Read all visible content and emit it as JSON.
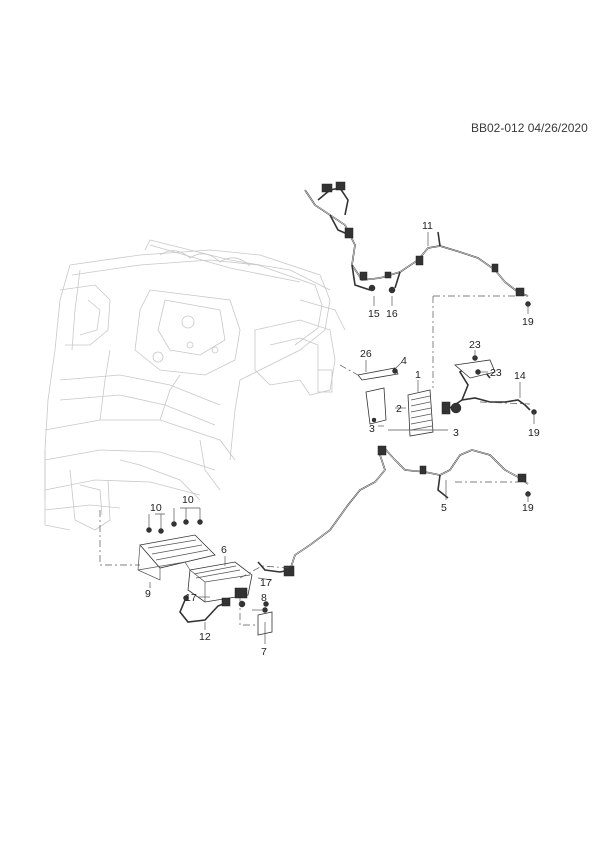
{
  "header": {
    "ref_code": "BB02-012 04/26/2020"
  },
  "callouts": [
    {
      "id": "c11",
      "text": "11"
    },
    {
      "id": "c15",
      "text": "15"
    },
    {
      "id": "c16",
      "text": "16"
    },
    {
      "id": "c19a",
      "text": "19"
    },
    {
      "id": "c23a",
      "text": "23"
    },
    {
      "id": "c23b",
      "text": "23"
    },
    {
      "id": "c14",
      "text": "14"
    },
    {
      "id": "c26",
      "text": "26"
    },
    {
      "id": "c4",
      "text": "4"
    },
    {
      "id": "c1",
      "text": "1"
    },
    {
      "id": "c2",
      "text": "2"
    },
    {
      "id": "c3a",
      "text": "3"
    },
    {
      "id": "c3b",
      "text": "3"
    },
    {
      "id": "c19b",
      "text": "19"
    },
    {
      "id": "c5",
      "text": "5"
    },
    {
      "id": "c19c",
      "text": "19"
    },
    {
      "id": "c10a",
      "text": "10"
    },
    {
      "id": "c10b",
      "text": "10"
    },
    {
      "id": "c6",
      "text": "6"
    },
    {
      "id": "c17a",
      "text": "17"
    },
    {
      "id": "c17b",
      "text": "17"
    },
    {
      "id": "c9",
      "text": "9"
    },
    {
      "id": "c8",
      "text": "8"
    },
    {
      "id": "c12",
      "text": "12"
    },
    {
      "id": "c7",
      "text": "7"
    }
  ]
}
